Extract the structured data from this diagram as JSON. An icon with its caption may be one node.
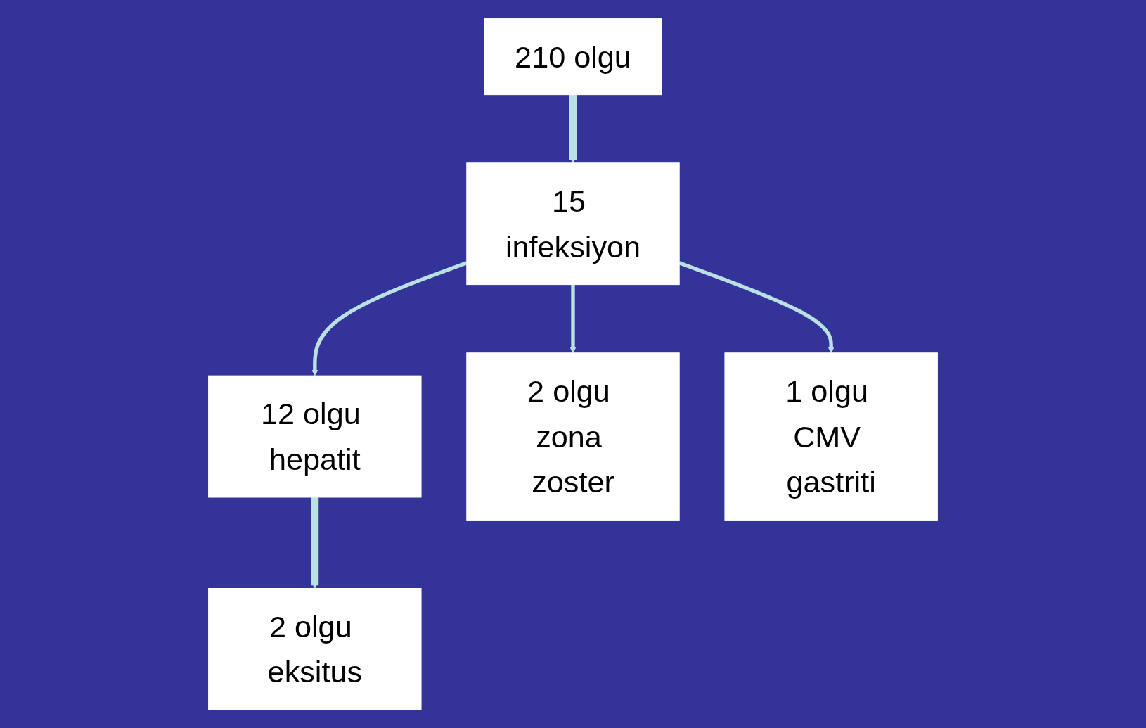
{
  "diagram": {
    "nodes": [
      {
        "text": [
          "210 olgu"
        ]
      },
      {
        "text": [
          "15 infeksiyon"
        ]
      },
      {
        "text": [
          "12 olgu hepatit"
        ]
      },
      {
        "text": [
          "2 olgu zona zoster"
        ]
      },
      {
        "text": [
          "1 olgu CMV gastriti"
        ]
      },
      {
        "text": [
          "2 olgu eksitus"
        ]
      }
    ],
    "edges": [
      {
        "from": 0,
        "to": 1,
        "arrow": "to",
        "style": "thick"
      },
      {
        "from": 1,
        "to": 2,
        "arrow": "to"
      },
      {
        "from": 1,
        "to": 3,
        "arrow": "to"
      },
      {
        "from": 1,
        "to": 4,
        "arrow": "to"
      },
      {
        "from": 2,
        "to": 5,
        "arrow": "to",
        "style": "thick"
      }
    ]
  }
}
